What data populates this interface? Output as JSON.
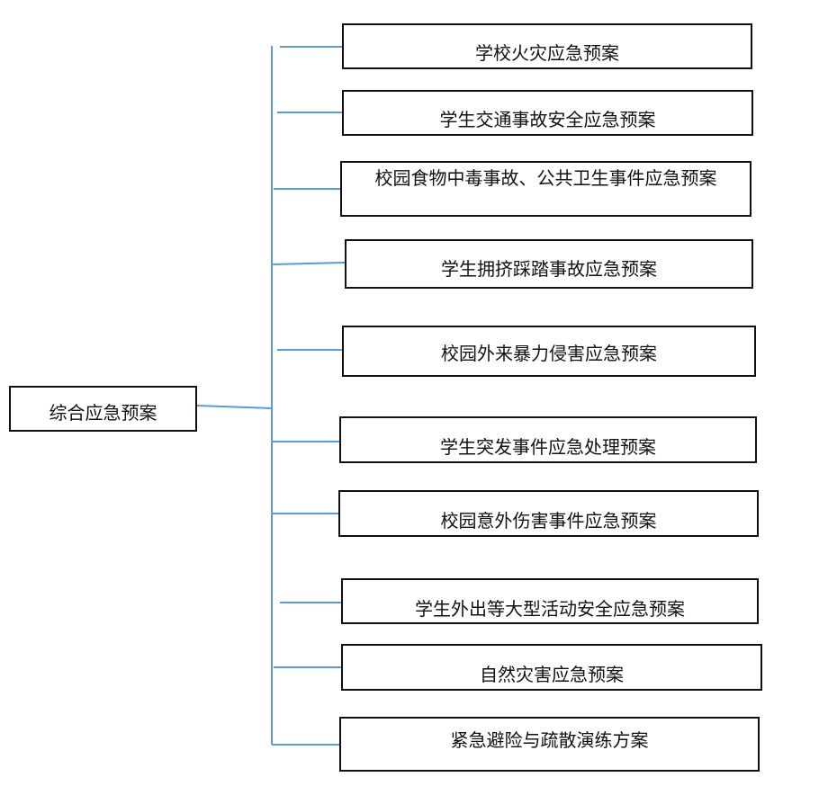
{
  "diagram": {
    "root": {
      "label": "综合应急预案"
    },
    "children": [
      {
        "label": "学校火灾应急预案"
      },
      {
        "label": "学生交通事故安全应急预案"
      },
      {
        "label": "校园食物中毒事故、公共卫生事件应急预案"
      },
      {
        "label": "学生拥挤踩踏事故应急预案"
      },
      {
        "label": "校园外来暴力侵害应急预案"
      },
      {
        "label": "学生突发事件应急处理预案"
      },
      {
        "label": "校园意外伤害事件应急预案"
      },
      {
        "label": "学生外出等大型活动安全应急预案"
      },
      {
        "label": "自然灾害应急预案"
      },
      {
        "label": "紧急避险与疏散演练方案"
      }
    ],
    "colors": {
      "connector": "#5b9bd5",
      "box_border": "#111111",
      "text": "#111111",
      "background": "#ffffff"
    }
  }
}
